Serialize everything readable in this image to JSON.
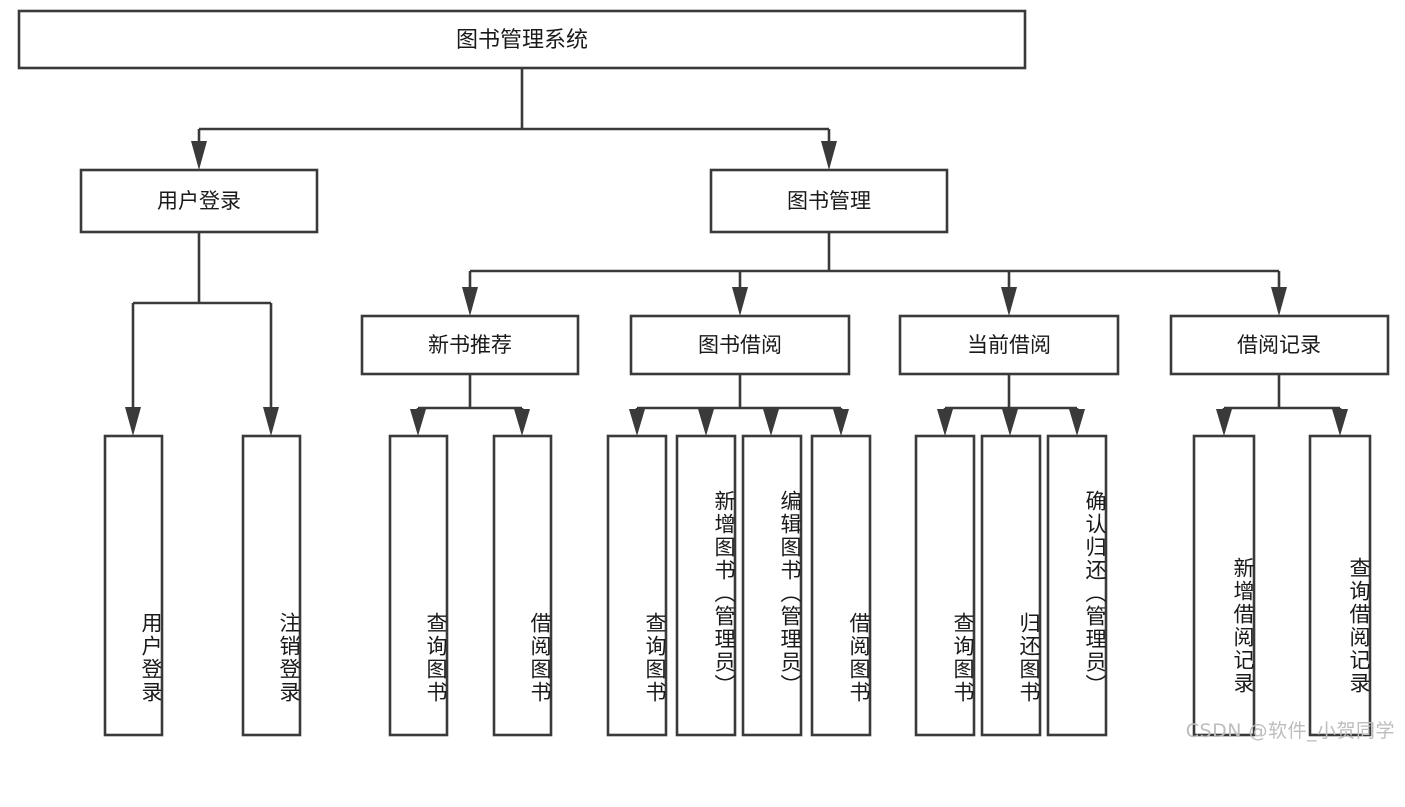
{
  "diagram": {
    "title": "图书管理系统",
    "type": "tree-hierarchy-chart",
    "colors": {
      "box_border": "#3a3a3a",
      "box_fill": "#ffffff",
      "text": "#1a1a1a",
      "background": "#ffffff",
      "watermark": "#bdbdbd"
    },
    "root": {
      "label": "图书管理系统"
    },
    "level2": [
      {
        "label": "用户登录"
      },
      {
        "label": "图书管理"
      }
    ],
    "level3": [
      {
        "label": "新书推荐"
      },
      {
        "label": "图书借阅"
      },
      {
        "label": "当前借阅"
      },
      {
        "label": "借阅记录"
      }
    ],
    "leaves": {
      "user_login": [
        {
          "label": "用户登录"
        },
        {
          "label": "注销登录"
        }
      ],
      "new_book": [
        {
          "label": "查询图书"
        },
        {
          "label": "借阅图书"
        }
      ],
      "book_borrow": [
        {
          "label": "查询图书"
        },
        {
          "label": "新增图书（管理员）"
        },
        {
          "label": "编辑图书（管理员）"
        },
        {
          "label": "借阅图书"
        }
      ],
      "current_borrow": [
        {
          "label": "查询图书"
        },
        {
          "label": "归还图书"
        },
        {
          "label": "确认归还（管理员）"
        }
      ],
      "borrow_record": [
        {
          "label": "新增借阅记录"
        },
        {
          "label": "查询借阅记录"
        }
      ]
    }
  },
  "watermark": {
    "text": "CSDN @软件_小贺同学"
  }
}
